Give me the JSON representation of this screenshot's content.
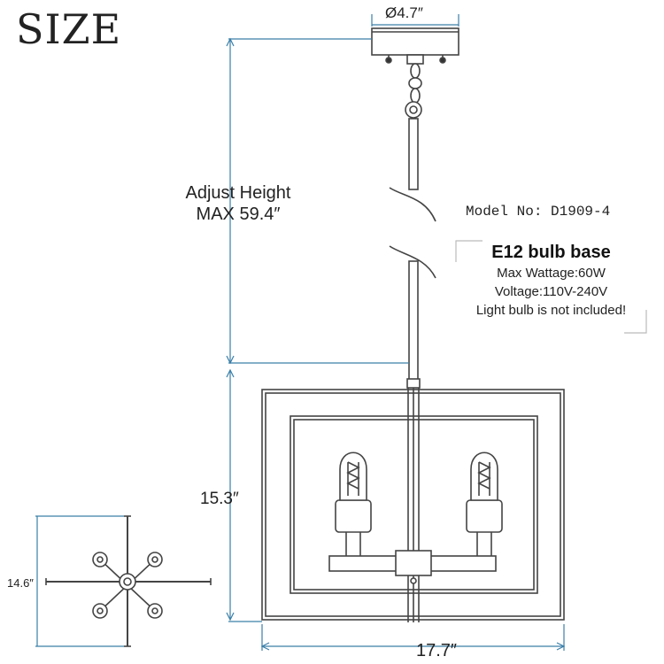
{
  "title": "SIZE",
  "dimensions": {
    "canopy_diameter": "Ø4.7″",
    "adjust_height_line1": "Adjust Height",
    "adjust_height_line2": "MAX 59.4″",
    "body_height": "15.3″",
    "body_width": "17.7″",
    "top_view_size": "14.6″"
  },
  "model": {
    "label": "Model No: D1909-4"
  },
  "bulb_info": {
    "title": "E12 bulb base",
    "lines": [
      "Max Wattage:60W",
      "Voltage:110V-240V",
      "Light bulb is not included!"
    ]
  },
  "colors": {
    "dimension_line": "#3a7fa8",
    "drawing_line": "#444444",
    "text": "#222222"
  }
}
